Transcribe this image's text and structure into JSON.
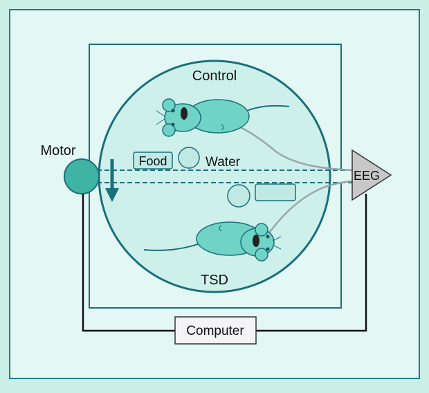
{
  "labels": {
    "control": "Control",
    "tsd": "TSD",
    "motor": "Motor",
    "food": "Food",
    "water": "Water",
    "eeg": "EEG",
    "computer": "Computer"
  },
  "colors": {
    "background": "#c9efe7",
    "panel": "#e3f8f4",
    "chamber_fill": "#cdf0ea",
    "mouse": "#6fd3c5",
    "motor": "#3fb4a4",
    "frame": "#1a6f7c",
    "eeg_triangle": "#c8c8c8",
    "wire": "#9aa5a6"
  },
  "icons": [
    "mouse-icon",
    "motor-icon",
    "arrow-down-icon",
    "eeg-amplifier-icon"
  ]
}
